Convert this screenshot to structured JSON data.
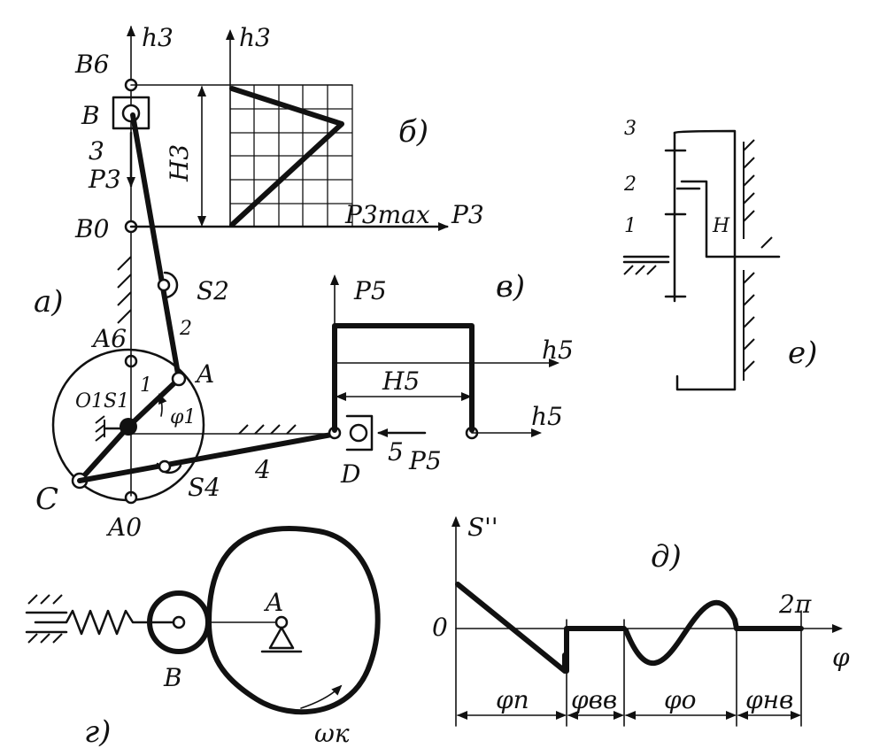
{
  "panels": {
    "a": {
      "label": "а)"
    },
    "b": {
      "label": "б)"
    },
    "v": {
      "label": "в)"
    },
    "g": {
      "label": "г)"
    },
    "d": {
      "label": "д)"
    },
    "e": {
      "label": "е)"
    }
  },
  "mechanism": {
    "h3_left": "h3",
    "B6": "B6",
    "B": "B",
    "link3": "3",
    "P3": "P3",
    "B0": "B0",
    "S2": "S2",
    "link2": "2",
    "A6": "A6",
    "A": "A",
    "O1S1": "O1S1",
    "link1": "1",
    "phi1": "φ1",
    "C": "C",
    "A0": "A0",
    "S4": "S4",
    "link4": "4",
    "D": "D",
    "link5": "5",
    "P5": "P5"
  },
  "force_diagram_b": {
    "h3": "h3",
    "H3": "H3",
    "P3max": "P3max",
    "P3": "P3"
  },
  "force_diagram_v": {
    "P5": "P5",
    "h5_top": "h5",
    "H5": "H5",
    "h5_bottom": "h5"
  },
  "cam": {
    "B": "B",
    "A": "A",
    "omega": "ωк"
  },
  "accel_diagram": {
    "S2": "S''",
    "origin": "0",
    "twopi": "2π",
    "phi": "φ",
    "phase_p": "φп",
    "phase_vv": "φвв",
    "phase_o": "φо",
    "phase_nv": "φнв"
  },
  "gearbox": {
    "n3": "3",
    "n2": "2",
    "n1": "1",
    "H": "H"
  }
}
